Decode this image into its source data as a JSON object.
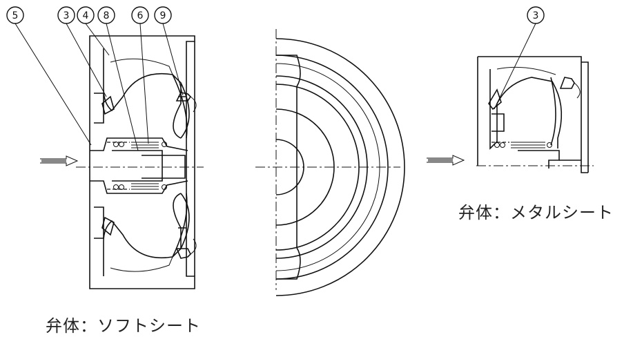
{
  "callouts": {
    "soft_seat": [
      "5",
      "3",
      "4",
      "8",
      "6",
      "9"
    ],
    "metal_seat": [
      "3"
    ]
  },
  "captions": {
    "soft_seat": "弁体：ソフトシート",
    "metal_seat": "弁体：メタルシート"
  }
}
